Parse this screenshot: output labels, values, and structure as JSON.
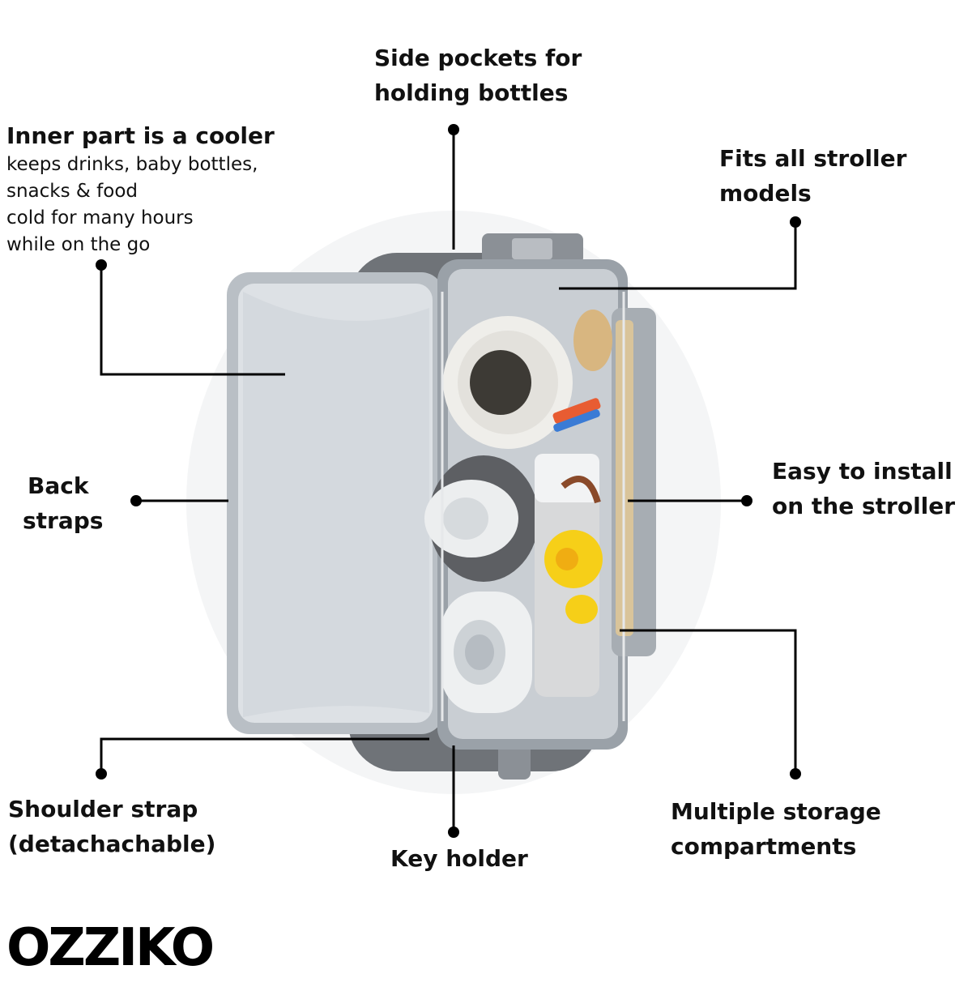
{
  "brand": {
    "logo_text": "OZZIKO"
  },
  "callouts": {
    "side_pockets": {
      "lines": [
        "Side pockets for",
        "holding bottles"
      ]
    },
    "inner_cooler": {
      "title": "Inner part is a cooler",
      "lines": [
        "keeps drinks, baby bottles,",
        "snacks & food",
        "cold for many hours",
        "while on the go"
      ]
    },
    "fits_stroller": {
      "lines": [
        "Fits all stroller",
        "models"
      ]
    },
    "back_straps": {
      "lines": [
        "Back",
        "straps"
      ]
    },
    "easy_install": {
      "lines": [
        "Easy to install",
        "on the stroller"
      ]
    },
    "shoulder_strap": {
      "lines": [
        "Shoulder strap",
        "(detachachable)"
      ]
    },
    "key_holder": {
      "lines": [
        "Key holder"
      ]
    },
    "storage": {
      "lines": [
        "Multiple storage",
        "compartments"
      ]
    }
  },
  "colors": {
    "text": "#111111",
    "lining": "#c9ced3",
    "lining_dark": "#9aa1a8",
    "strap": "#6f7378",
    "leader": "#000000"
  }
}
